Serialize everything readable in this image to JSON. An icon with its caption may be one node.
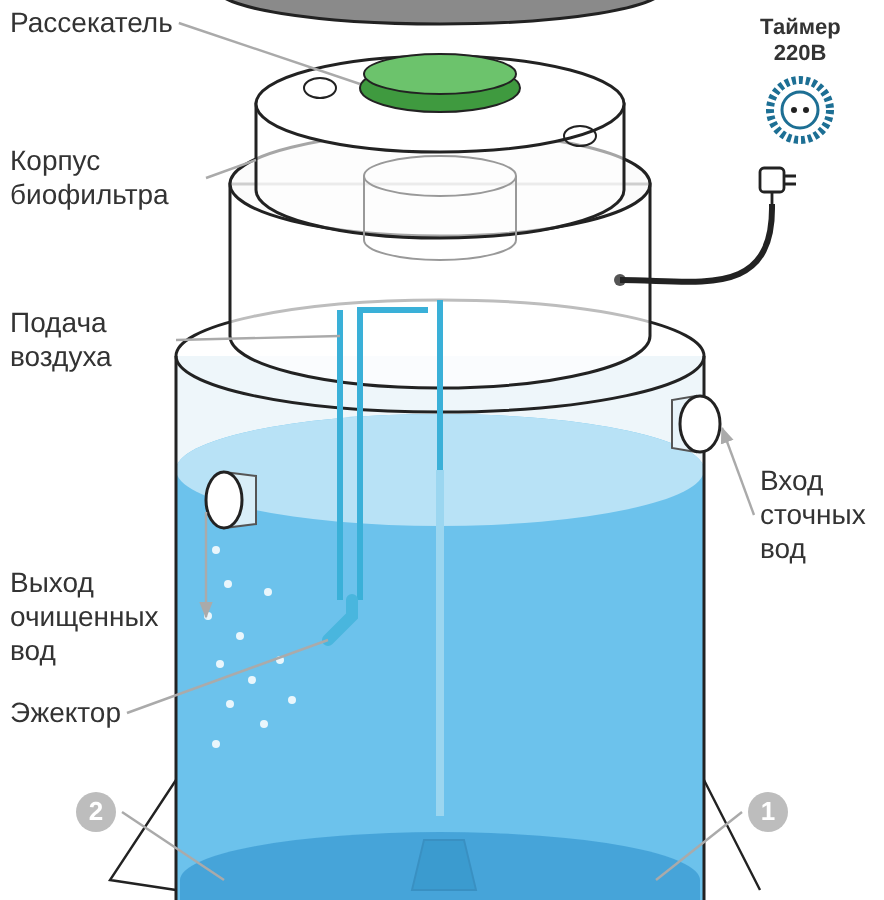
{
  "diagram": {
    "nodes": [
      {
        "text": [
          "Рассекатель"
        ]
      },
      {
        "text": [],
        "shape": "cylinder"
      },
      {
        "text": [
          "Корпус биофильтра"
        ]
      },
      {
        "text": [],
        "shape": "picture"
      },
      {
        "text": [
          "Подача воздуха"
        ]
      },
      {
        "text": [],
        "shape": "picture"
      },
      {
        "text": [
          "Выход очищенных вод"
        ]
      },
      {
        "text": [],
        "shape": "circle"
      },
      {
        "text": [
          "Вход сточных вод"
        ]
      },
      {
        "text": [],
        "shape": "circle"
      },
      {
        "text": [
          "Эжектор"
        ]
      },
      {
        "text": [],
        "shape": "picture"
      },
      {
        "text": [
          "2"
        ]
      },
      {
        "text": [],
        "shape": "picture"
      },
      {
        "text": [
          "1"
        ]
      },
      {
        "text": [],
        "shape": "picture"
      },
      {
        "text": [
          "Таймер 220В"
        ]
      },
      {
        "text": [],
        "shape": "picture"
      }
    ],
    "edges": [
      {
        "from": 0,
        "to": 1,
        "arrow": "none"
      },
      {
        "from": 2,
        "to": 3,
        "arrow": "none"
      },
      {
        "from": 4,
        "to": 5,
        "arrow": "none"
      },
      {
        "from": 7,
        "to": 6,
        "arrow": "to"
      },
      {
        "from": 8,
        "to": 9,
        "arrow": "to"
      },
      {
        "from": 10,
        "to": 11,
        "arrow": "none"
      },
      {
        "from": 12,
        "to": 13,
        "arrow": "none"
      },
      {
        "from": 14,
        "to": 15,
        "arrow": "none"
      },
      {
        "from": 17,
        "to": 3,
        "arrow": "none",
        "style": "thick",
        "color": "#222222"
      }
    ]
  }
}
